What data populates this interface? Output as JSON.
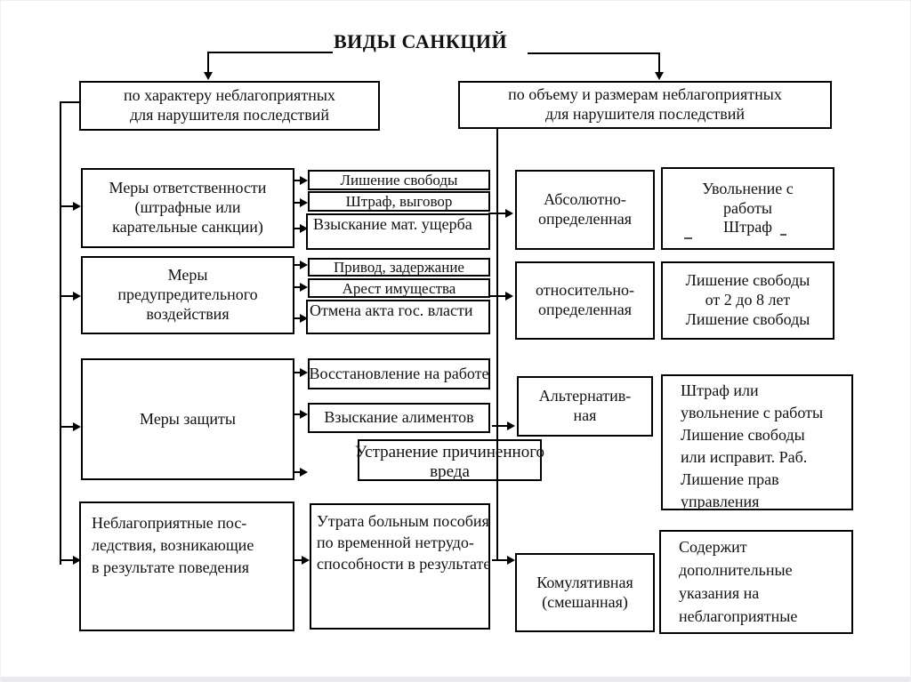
{
  "title": "ВИДЫ САНКЦИЙ",
  "headers": {
    "left": "по характеру неблагоприятных\nдля нарушителя последствий",
    "right": "по объему и размерам неблагоприятных\nдля нарушителя последствий"
  },
  "left_column": [
    {
      "label": "Меры ответственности\n(штрафные или\nкарательные санкции)"
    },
    {
      "label": "Меры\nпредупредительного\nвоздействия"
    },
    {
      "label": "Меры защиты"
    },
    {
      "label": "Неблагоприятные пос-\nледствия, возникающие\nв результате поведения"
    }
  ],
  "middle_column": [
    {
      "label": "Лишение свободы"
    },
    {
      "label": "Штраф, выговор"
    },
    {
      "label": "Взыскание мат. ущерба"
    },
    {
      "label": "Привод, задержание"
    },
    {
      "label": "Арест имущества"
    },
    {
      "label": "Отмена акта гос. власти"
    },
    {
      "label": "Восстановление на работе"
    },
    {
      "label": "Взыскание алиментов"
    },
    {
      "label": "Устранение причиненного\nвреда"
    },
    {
      "label": "Утрата больным пособия\nпо временной нетрудо-\nспособности в результате"
    }
  ],
  "right_column": [
    {
      "label": "Абсолютно-\nопределенная"
    },
    {
      "label": "относительно-\nопределенная"
    },
    {
      "label": "Альтернатив-\nная"
    },
    {
      "label": "Комулятивная\n(смешанная)"
    }
  ],
  "far_right_column": [
    {
      "label": "Увольнение с\nработы\nШтраф"
    },
    {
      "label": "Лишение свободы\nот 2 до 8 лет\nЛишение свободы"
    },
    {
      "label": "Штраф или\nувольнение с работы\nЛишение свободы\nили исправит. Раб.\nЛишение прав\nуправления"
    },
    {
      "label": "Содержит\nдополнительные\nуказания на\nнеблагоприятные"
    }
  ],
  "colors": {
    "line": "#000000",
    "box_border": "#000000",
    "background": "#ffffff",
    "frame_strip": "#e9e9ee"
  }
}
